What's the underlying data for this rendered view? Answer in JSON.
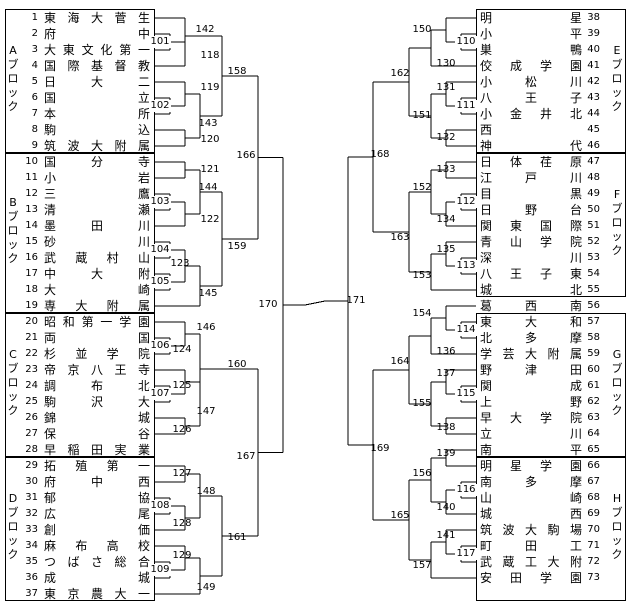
{
  "title": "",
  "blocks": {
    "A": "Aブロック",
    "B": "Bブロック",
    "C": "Cブロック",
    "D": "Dブロック",
    "E": "Eブロック",
    "F": "Fブロック",
    "G": "Gブロック",
    "H": "Hブロック"
  },
  "left_teams": [
    {
      "n": "1",
      "name": "東海大菅生"
    },
    {
      "n": "2",
      "name": "府中"
    },
    {
      "n": "3",
      "name": "大東文化第一"
    },
    {
      "n": "4",
      "name": "国際基督教"
    },
    {
      "n": "5",
      "name": "日大二"
    },
    {
      "n": "6",
      "name": "国立"
    },
    {
      "n": "7",
      "name": "本所"
    },
    {
      "n": "8",
      "name": "駒込"
    },
    {
      "n": "9",
      "name": "筑波大附属"
    },
    {
      "n": "10",
      "name": "国分寺"
    },
    {
      "n": "11",
      "name": "小岩"
    },
    {
      "n": "12",
      "name": "三鷹"
    },
    {
      "n": "13",
      "name": "清瀬"
    },
    {
      "n": "14",
      "name": "墨田川"
    },
    {
      "n": "15",
      "name": "砂川"
    },
    {
      "n": "16",
      "name": "武蔵村山"
    },
    {
      "n": "17",
      "name": "中大附"
    },
    {
      "n": "18",
      "name": "大崎"
    },
    {
      "n": "19",
      "name": "専大附属"
    },
    {
      "n": "20",
      "name": "昭和第一学園"
    },
    {
      "n": "21",
      "name": "両国"
    },
    {
      "n": "22",
      "name": "杉並学院"
    },
    {
      "n": "23",
      "name": "帝京八王寺"
    },
    {
      "n": "24",
      "name": "調布北"
    },
    {
      "n": "25",
      "name": "駒沢大"
    },
    {
      "n": "26",
      "name": "錦城"
    },
    {
      "n": "27",
      "name": "保谷"
    },
    {
      "n": "28",
      "name": "早稲田実業"
    },
    {
      "n": "29",
      "name": "拓殖第一"
    },
    {
      "n": "30",
      "name": "府中西"
    },
    {
      "n": "31",
      "name": "郁協"
    },
    {
      "n": "32",
      "name": "広尾"
    },
    {
      "n": "33",
      "name": "創価"
    },
    {
      "n": "34",
      "name": "麻布高校"
    },
    {
      "n": "35",
      "name": "つばさ総合"
    },
    {
      "n": "36",
      "name": "成城"
    },
    {
      "n": "37",
      "name": "東京農大一"
    }
  ],
  "right_teams": [
    {
      "n": "38",
      "name": "明星"
    },
    {
      "n": "39",
      "name": "小平"
    },
    {
      "n": "40",
      "name": "巣鴨"
    },
    {
      "n": "41",
      "name": "佼成学園"
    },
    {
      "n": "42",
      "name": "小松川"
    },
    {
      "n": "43",
      "name": "八王子"
    },
    {
      "n": "44",
      "name": "小金井北"
    },
    {
      "n": "45",
      "name": "西"
    },
    {
      "n": "46",
      "name": "神代"
    },
    {
      "n": "47",
      "name": "日体荏原"
    },
    {
      "n": "48",
      "name": "江戸川"
    },
    {
      "n": "49",
      "name": "目黒"
    },
    {
      "n": "50",
      "name": "日野台"
    },
    {
      "n": "51",
      "name": "関東国際"
    },
    {
      "n": "52",
      "name": "青山学院"
    },
    {
      "n": "53",
      "name": "深川"
    },
    {
      "n": "54",
      "name": "八王子東"
    },
    {
      "n": "55",
      "name": "城北"
    },
    {
      "n": "56",
      "name": "葛西南"
    },
    {
      "n": "57",
      "name": "東大和"
    },
    {
      "n": "58",
      "name": "北多摩"
    },
    {
      "n": "59",
      "name": "学芸大附属"
    },
    {
      "n": "60",
      "name": "野津田"
    },
    {
      "n": "61",
      "name": "関成"
    },
    {
      "n": "62",
      "name": "上野"
    },
    {
      "n": "63",
      "name": "早大学院"
    },
    {
      "n": "64",
      "name": "立川"
    },
    {
      "n": "65",
      "name": "南平"
    },
    {
      "n": "66",
      "name": "明星学園"
    },
    {
      "n": "67",
      "name": "南多摩"
    },
    {
      "n": "68",
      "name": "山崎"
    },
    {
      "n": "69",
      "name": "城西"
    },
    {
      "n": "70",
      "name": "筑波大駒場"
    },
    {
      "n": "71",
      "name": "町田工"
    },
    {
      "n": "72",
      "name": "武蔵工大附"
    },
    {
      "n": "73",
      "name": "安田学園"
    }
  ],
  "match_labels": {
    "m101": "101",
    "m102": "102",
    "m103": "103",
    "m104": "104",
    "m105": "105",
    "m106": "106",
    "m107": "107",
    "m108": "108",
    "m109": "109",
    "m110": "110",
    "m111": "111",
    "m112": "112",
    "m113": "113",
    "m114": "114",
    "m115": "115",
    "m116": "116",
    "m117": "117",
    "m118": "118",
    "m119": "119",
    "m120": "120",
    "m121": "121",
    "m122": "122",
    "m123": "123",
    "m124": "124",
    "m125": "125",
    "m126": "126",
    "m127": "127",
    "m128": "128",
    "m129": "129",
    "m130": "130",
    "m131": "131",
    "m132": "132",
    "m133": "133",
    "m134": "134",
    "m135": "135",
    "m136": "136",
    "m137": "137",
    "m138": "138",
    "m139": "139",
    "m140": "140",
    "m141": "141",
    "m142": "142",
    "m143": "143",
    "m144": "144",
    "m145": "145",
    "m146": "146",
    "m147": "147",
    "m148": "148",
    "m149": "149",
    "m150": "150",
    "m151": "151",
    "m152": "152",
    "m153": "153",
    "m154": "154",
    "m155": "155",
    "m156": "156",
    "m157": "157",
    "m158": "158",
    "m159": "159",
    "m160": "160",
    "m161": "161",
    "m162": "162",
    "m163": "163",
    "m164": "164",
    "m165": "165",
    "m166": "166",
    "m167": "167",
    "m168": "168",
    "m169": "169",
    "m170": "170",
    "m171": "171"
  }
}
